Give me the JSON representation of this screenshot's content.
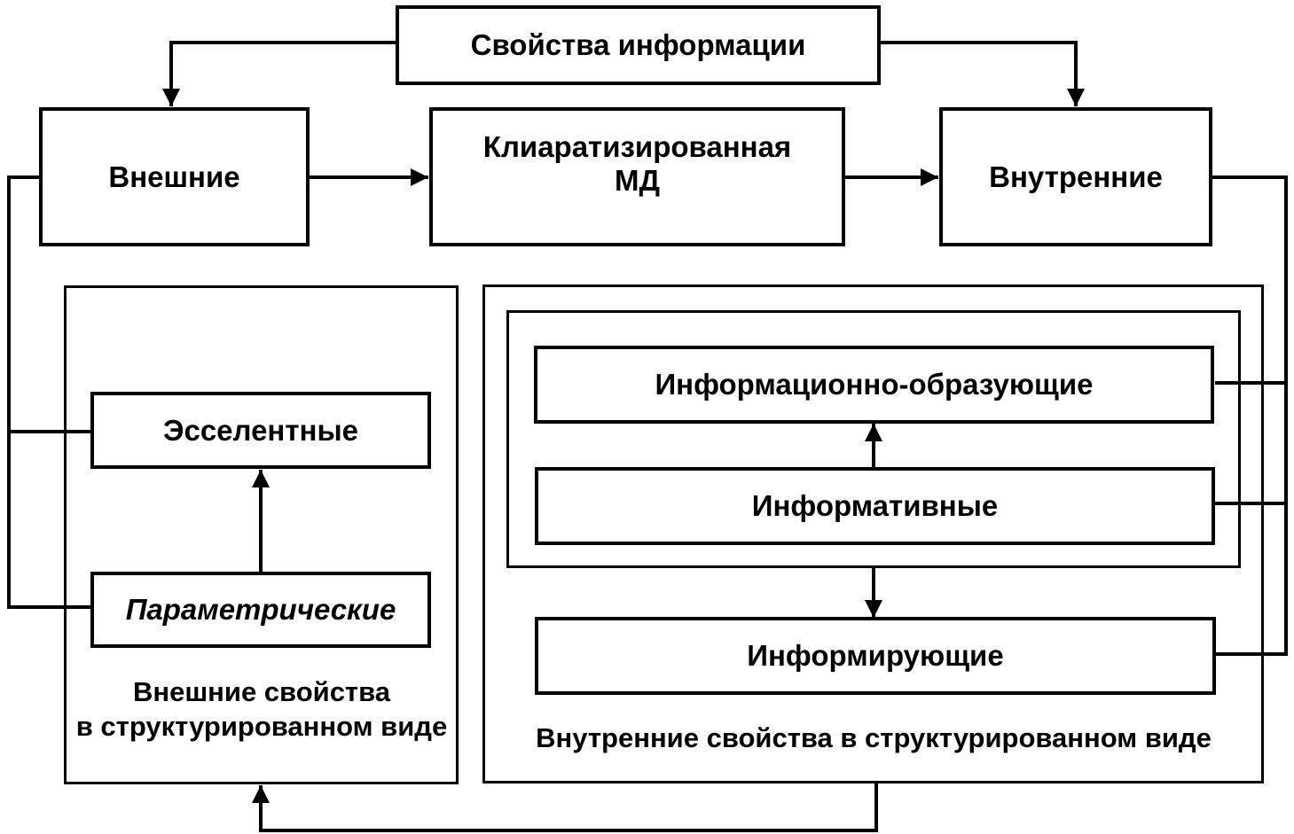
{
  "diagram": {
    "title": "Свойства информации",
    "top_row": {
      "external": "Внешние",
      "center_line1": "Клиаратизированная",
      "center_line2": "МД",
      "internal": "Внутренние"
    },
    "external_group": {
      "items": [
        "Эсселентные",
        "Параметрические"
      ],
      "caption_line1": "Внешние свойства",
      "caption_line2": "в структурированном виде"
    },
    "internal_group": {
      "items": [
        "Информационно-образующие",
        "Информативные",
        "Информирующие"
      ],
      "caption": "Внутренние свойства в структурированном виде"
    },
    "colors": {
      "stroke": "#000000",
      "background": "#ffffff"
    }
  }
}
